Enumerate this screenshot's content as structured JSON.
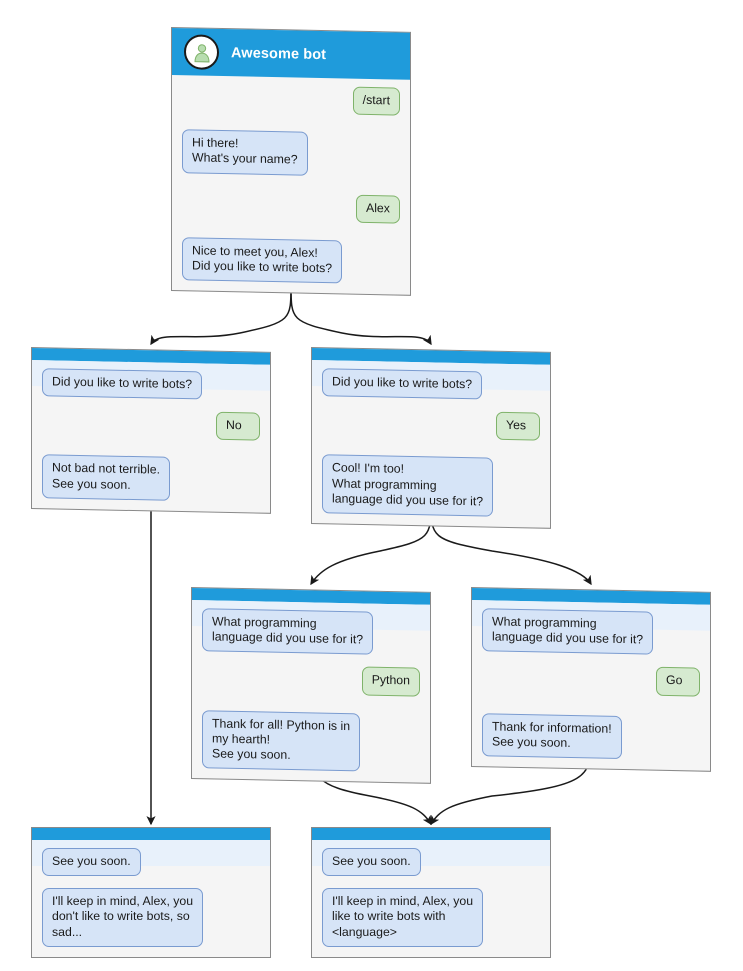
{
  "colors": {
    "header_blue": "#1f9bdb",
    "bot_bubble_bg": "#d6e4f7",
    "bot_bubble_border": "#7a9bd0",
    "user_bubble_bg": "#d6ead0",
    "user_bubble_border": "#7fb36a",
    "card_bg": "#f5f5f5",
    "card_border": "#8a8a8a",
    "band_blue": "#e8f1fb",
    "edge_stroke": "#1a1a1a"
  },
  "root_card": {
    "title": "Awesome bot",
    "avatar_icon": "person-avatar-icon",
    "messages": [
      {
        "role": "user",
        "text": "/start"
      },
      {
        "role": "bot",
        "text": "Hi there!\nWhat's your name?"
      },
      {
        "role": "user",
        "text": "Alex"
      },
      {
        "role": "bot",
        "text": "Nice to meet you, Alex!\nDid you like to write bots?"
      }
    ]
  },
  "branch_no": {
    "messages": [
      {
        "role": "bot",
        "text": "Did you like to write bots?"
      },
      {
        "role": "user",
        "text": "No"
      },
      {
        "role": "bot",
        "text": "Not bad not terrible.\nSee you soon."
      }
    ]
  },
  "branch_yes": {
    "messages": [
      {
        "role": "bot",
        "text": "Did you like to write bots?"
      },
      {
        "role": "user",
        "text": "Yes"
      },
      {
        "role": "bot",
        "text": "Cool! I'm too!\nWhat programming\nlanguage did you use for it?"
      }
    ]
  },
  "branch_python": {
    "messages": [
      {
        "role": "bot",
        "text": "What programming\nlanguage did you use for it?"
      },
      {
        "role": "user",
        "text": "Python"
      },
      {
        "role": "bot",
        "text": "Thank for all! Python is in\nmy hearth!\nSee you soon."
      }
    ]
  },
  "branch_go": {
    "messages": [
      {
        "role": "bot",
        "text": "What programming\nlanguage did you use for it?"
      },
      {
        "role": "user",
        "text": "Go"
      },
      {
        "role": "bot",
        "text": "Thank for information!\nSee you soon."
      }
    ]
  },
  "end_left": {
    "messages": [
      {
        "role": "bot",
        "text": "See you soon."
      },
      {
        "role": "bot",
        "text": "I'll keep in mind, Alex, you\ndon't like to write bots, so\nsad..."
      }
    ]
  },
  "end_right": {
    "messages": [
      {
        "role": "bot",
        "text": "See you soon."
      },
      {
        "role": "bot",
        "text": "I'll keep in mind, Alex, you\nlike to write bots with\n<language>"
      }
    ]
  }
}
